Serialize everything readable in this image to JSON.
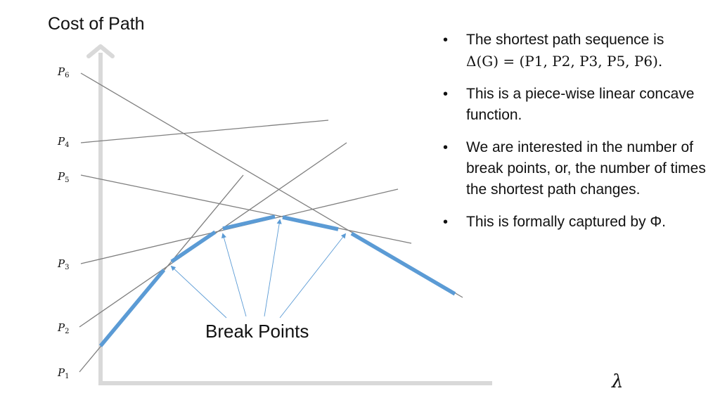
{
  "diagram": {
    "y_axis_title": "Cost of Path",
    "x_axis_label": "λ",
    "break_points_caption": "Break Points",
    "path_labels": [
      {
        "var": "P",
        "sub": "6"
      },
      {
        "var": "P",
        "sub": "4"
      },
      {
        "var": "P",
        "sub": "5"
      },
      {
        "var": "P",
        "sub": "3"
      },
      {
        "var": "P",
        "sub": "2"
      },
      {
        "var": "P",
        "sub": "1"
      }
    ],
    "colors": {
      "axis": "#d9d9d9",
      "lines": "#7f7f7f",
      "envelope": "#5b9bd5",
      "arrows": "#5b9bd5"
    }
  },
  "bullets": [
    {
      "text": "The shortest path sequence is",
      "math": "Δ(G) = (P1, P2, P3, P5, P6)."
    },
    {
      "text": "This is a piece-wise linear concave function.",
      "math": ""
    },
    {
      "text": "We are interested in the number of break points, or, the number of times the shortest path changes.",
      "math": ""
    },
    {
      "text": "This is formally captured by Φ.",
      "math": ""
    }
  ]
}
